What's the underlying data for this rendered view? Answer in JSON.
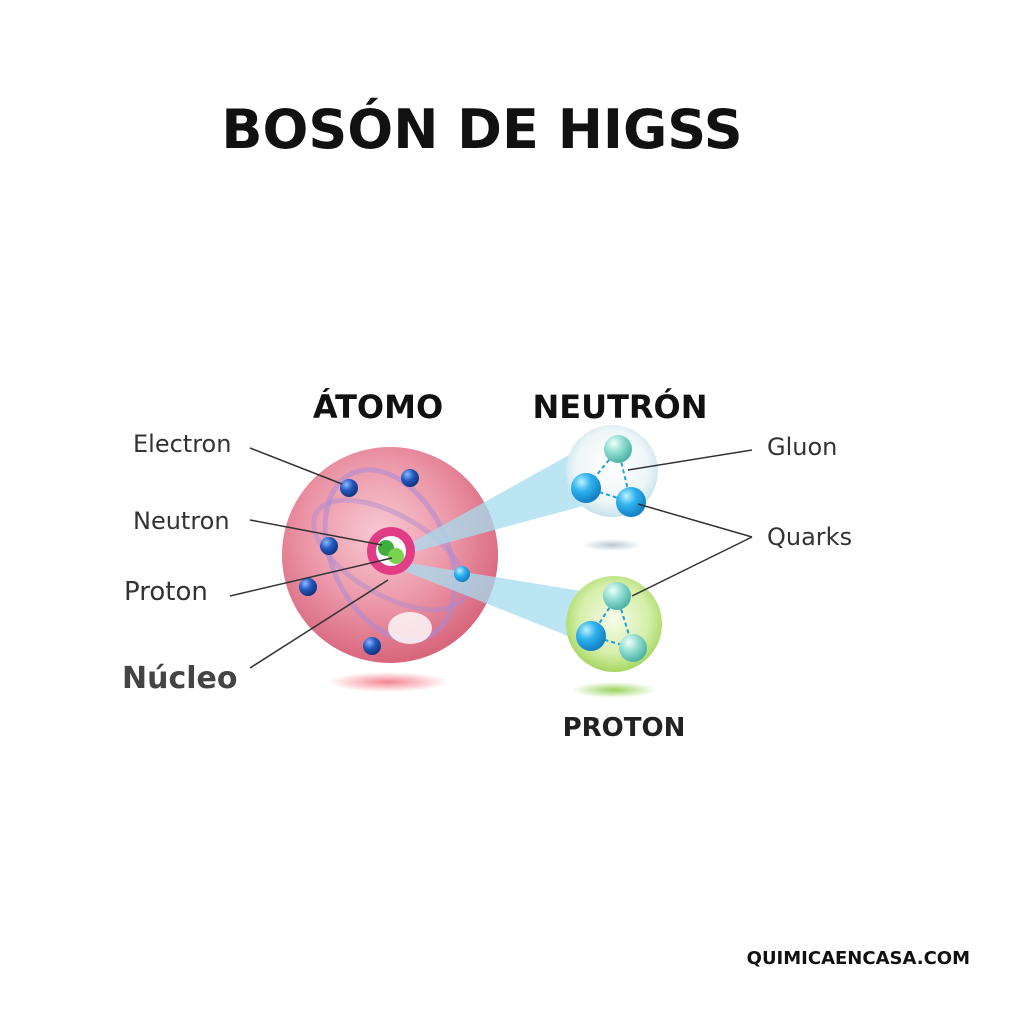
{
  "title": "BOSÓN DE HIGSS",
  "labels": {
    "atomo": "ÁTOMO",
    "neutron_heading": "NEUTRÓN",
    "proton_heading": "PROTON",
    "electron": "Electron",
    "neutron": "Neutron",
    "proton": "Proton",
    "nucleo": "Núcleo",
    "gluon": "Gluon",
    "quarks": "Quarks"
  },
  "footer": "QUIMICAENCASA.COM",
  "colors": {
    "atom_fill": "#e9879a",
    "electron": "#1f5bb5",
    "quark": "#2ca6e6",
    "gluon_quark": "#7fd3c8",
    "neutron_glow": "#cfe8f0",
    "proton_glow": "#b6e07a",
    "beam": "#9dd6ec"
  }
}
